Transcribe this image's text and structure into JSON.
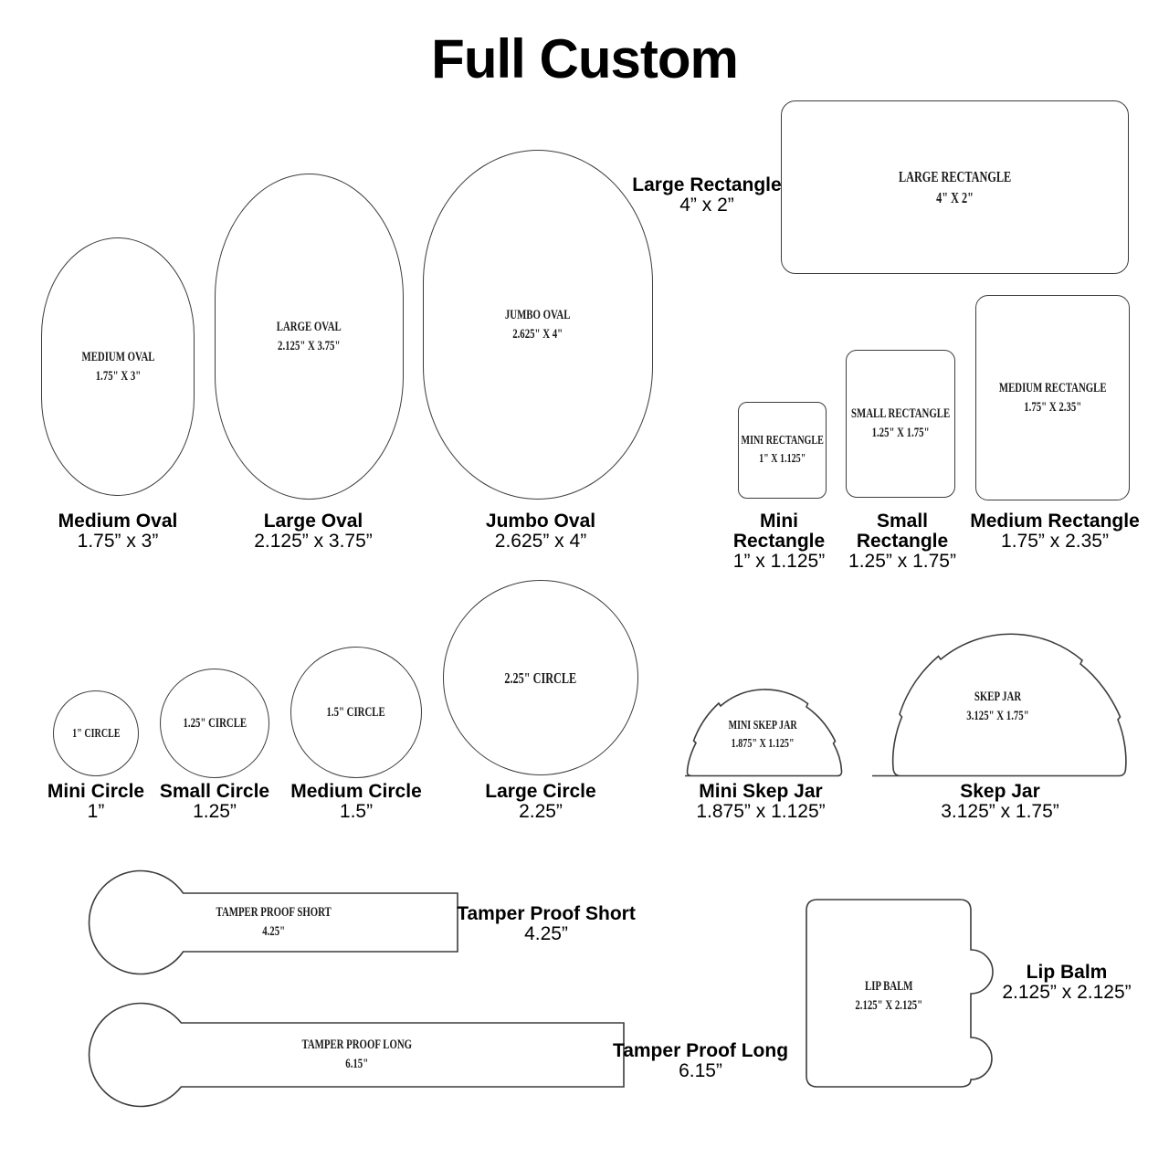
{
  "title": "Full Custom",
  "colors": {
    "outline": "#3c3c3c",
    "text": "#000000",
    "background": "#ffffff"
  },
  "shapes": {
    "medium_oval": {
      "inner_label": "MEDIUM OVAL",
      "inner_size": "1.75\" X 3\"",
      "caption_name": "Medium Oval",
      "caption_size": "1.75” x 3”"
    },
    "large_oval": {
      "inner_label": "LARGE OVAL",
      "inner_size": "2.125\" X 3.75\"",
      "caption_name": "Large Oval",
      "caption_size": "2.125” x 3.75”"
    },
    "jumbo_oval": {
      "inner_label": "JUMBO OVAL",
      "inner_size": "2.625\" X 4\"",
      "caption_name": "Jumbo Oval",
      "caption_size": "2.625” x 4”"
    },
    "large_rectangle": {
      "inner_label": "LARGE RECTANGLE",
      "inner_size": "4\" X 2\"",
      "caption_name": "Large Rectangle",
      "caption_size": "4” x 2”"
    },
    "mini_rectangle": {
      "inner_label": "MINI RECTANGLE",
      "inner_size": "1\" X 1.125\"",
      "caption_name": "Mini Rectangle",
      "caption_size": "1” x 1.125”"
    },
    "small_rectangle": {
      "inner_label": "SMALL RECTANGLE",
      "inner_size": "1.25\" X 1.75\"",
      "caption_name": "Small Rectangle",
      "caption_size": "1.25” x 1.75”"
    },
    "medium_rectangle": {
      "inner_label": "MEDIUM RECTANGLE",
      "inner_size": "1.75\" X 2.35\"",
      "caption_name": "Medium Rectangle",
      "caption_size": "1.75” x 2.35”"
    },
    "mini_circle": {
      "inner_label": "1\" CIRCLE",
      "caption_name": "Mini Circle",
      "caption_size": "1”"
    },
    "small_circle": {
      "inner_label": "1.25\" CIRCLE",
      "caption_name": "Small Circle",
      "caption_size": "1.25”"
    },
    "medium_circle": {
      "inner_label": "1.5\" CIRCLE",
      "caption_name": "Medium Circle",
      "caption_size": "1.5”"
    },
    "large_circle": {
      "inner_label": "2.25\" CIRCLE",
      "caption_name": "Large Circle",
      "caption_size": "2.25”"
    },
    "mini_skep_jar": {
      "inner_label": "MINI SKEP JAR",
      "inner_size": "1.875\" X 1.125\"",
      "caption_name": "Mini Skep Jar",
      "caption_size": "1.875” x 1.125”"
    },
    "skep_jar": {
      "inner_label": "SKEP JAR",
      "inner_size": "3.125\" X 1.75\"",
      "caption_name": "Skep Jar",
      "caption_size": "3.125” x 1.75”"
    },
    "tamper_proof_short": {
      "inner_label": "TAMPER PROOF SHORT",
      "inner_size": "4.25\"",
      "caption_name": "Tamper Proof Short",
      "caption_size": "4.25”"
    },
    "tamper_proof_long": {
      "inner_label": "TAMPER PROOF LONG",
      "inner_size": "6.15\"",
      "caption_name": "Tamper Proof Long",
      "caption_size": "6.15”"
    },
    "lip_balm": {
      "inner_label": "LIP BALM",
      "inner_size": "2.125\" X 2.125\"",
      "caption_name": "Lip Balm",
      "caption_size": "2.125” x 2.125”"
    }
  }
}
